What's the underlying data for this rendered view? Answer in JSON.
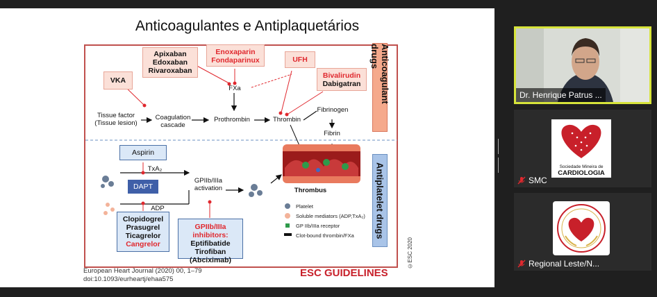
{
  "slide": {
    "title": "Anticoagulantes e Antiplaquetários",
    "anticoag_tab": "Anticoagulant drugs",
    "antiplatelet_tab": "Antiplatelet drugs",
    "boxes": {
      "apixaban": [
        "Apixaban",
        "Edoxaban",
        "Rivaroxaban"
      ],
      "enoxaparin": [
        "Enoxaparin",
        "Fondaparinux"
      ],
      "ufh": "UFH",
      "vka": "VKA",
      "bivalirudin": [
        "Bivalirudin",
        "Dabigatran"
      ],
      "aspirin": "Aspirin",
      "dapt": "DAPT",
      "p2y12": [
        "Clopidogrel",
        "Prasugrel",
        "Ticagrelor",
        "Cangrelor"
      ],
      "gp": [
        "GPIIb/IIIa inhibitors:",
        "Eptifibatide",
        "Tirofiban",
        "(Abciximab)"
      ]
    },
    "labels": {
      "fxa": "FXa",
      "tissue_factor": [
        "Tissue factor",
        "(Tissue lesion)"
      ],
      "coag_cascade": [
        "Coagulation",
        "cascade"
      ],
      "prothrombin": "Prothrombin",
      "thrombin": "Thrombin",
      "fibrinogen": "Fibrinogen",
      "fibrin": "Fibrin",
      "txa2": "TxA₂",
      "adp": "ADP",
      "gp_activation": [
        "GPIIb/IIIa",
        "activation"
      ],
      "thrombus": "Thrombus"
    },
    "legend": [
      "Platelet",
      "Soluble mediators (ADP,TxA₂)",
      "GP IIb/IIIa receptor",
      "Clot-bound thrombin/FXa"
    ],
    "footer_line1": "European Heart Journal (2020) 00, 1–79",
    "footer_line2": "doi:10.1093/eurheartj/ehaa575",
    "esc_logo": "ESC GUIDELINES",
    "copyright": "©ESC 2020",
    "colors": {
      "red": "#e0282e",
      "frame": "#c0504d",
      "pink_bg": "#fbe0d8",
      "blue_bg": "#dbe8f7"
    }
  },
  "participants": [
    {
      "name": "Dr. Henrique Patrus ...",
      "active": true,
      "muted": false
    },
    {
      "name": "SMC",
      "active": false,
      "muted": true,
      "logo_text": [
        "Sociedade Mineira de",
        "CARDIOLOGIA"
      ]
    },
    {
      "name": "Regional Leste/N...",
      "active": false,
      "muted": true
    }
  ]
}
